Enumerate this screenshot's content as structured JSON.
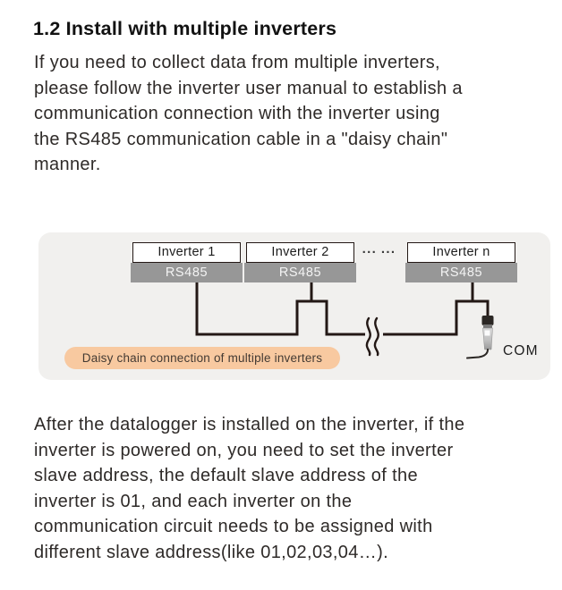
{
  "page": {
    "heading": "1.2 Install with multiple inverters",
    "intro_lines": [
      "If you need to collect data from multiple inverters,",
      "please follow the inverter user manual to establish a",
      "communication connection with the inverter using",
      "the RS485 communication cable in a \"daisy chain\"",
      "manner."
    ],
    "outro_lines": [
      "After the datalogger is installed on the inverter, if the",
      "inverter is powered on, you need to set the inverter",
      "slave address, the default slave address of the",
      "inverter is 01, and each inverter on the",
      "communication circuit needs to be assigned with",
      "different slave address(like 01,02,03,04…)."
    ]
  },
  "diagram": {
    "inverters": [
      {
        "label": "Inverter 1",
        "port": "RS485"
      },
      {
        "label": "Inverter 2",
        "port": "RS485"
      },
      {
        "label": "Inverter n",
        "port": "RS485"
      }
    ],
    "ellipsis": "··· ···",
    "caption": "Daisy chain connection of multiple inverters",
    "com_label": "COM",
    "colors": {
      "panel_bg": "#f1f0ee",
      "port_bg": "#979797",
      "caption_bg": "#f8c9a0",
      "wire": "#231815"
    }
  }
}
